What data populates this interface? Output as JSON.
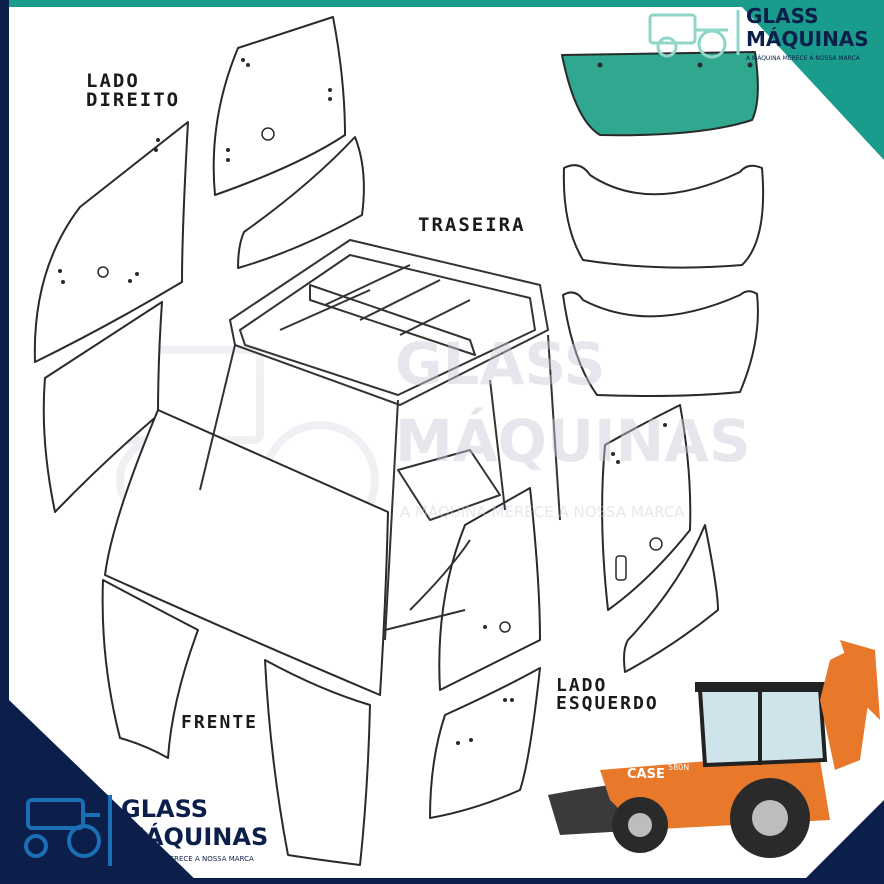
{
  "labels": {
    "right_side": "LADO\nDIREITO",
    "rear": "TRASEIRA",
    "front": "FRENTE",
    "left_side": "LADO\nESQUERDO"
  },
  "brand": {
    "name_line1": "GLASS",
    "name_line2": "MÁQUINAS",
    "slogan": "A MÁQUINA MERECE A NOSSA MARCA"
  },
  "machine_badge": {
    "make": "CASE",
    "model": "580N"
  },
  "colors": {
    "accent_teal": "#1a9c8c",
    "brand_navy": "#0c1f4a",
    "highlight_glass": "#2fa88f",
    "machine_orange": "#e8782a"
  }
}
